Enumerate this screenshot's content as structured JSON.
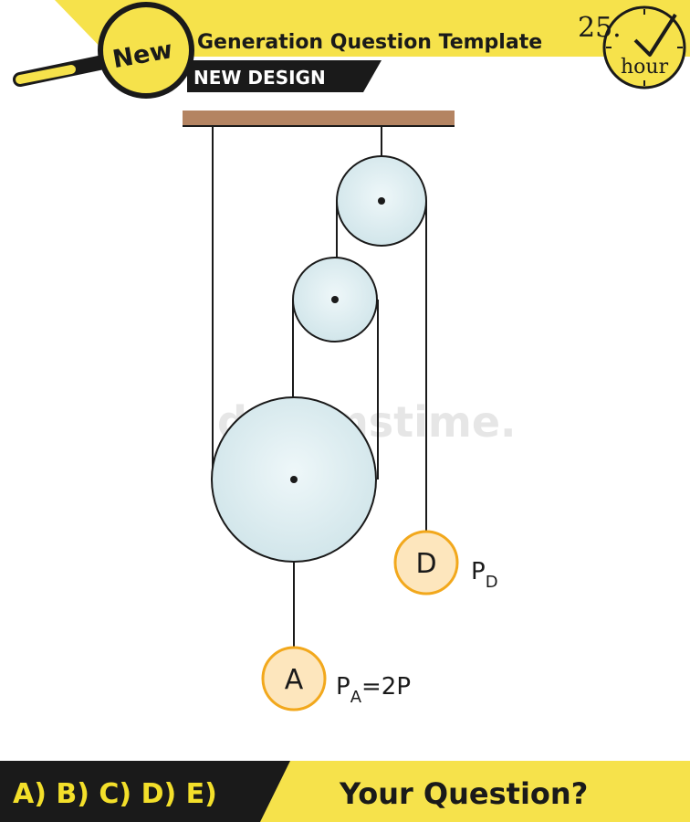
{
  "header": {
    "badge_label": "New",
    "title": "Generation Question Template",
    "subtitle": "NEW DESIGN",
    "clock_number": "25.",
    "clock_unit": "hour"
  },
  "diagram": {
    "balls": [
      {
        "letter": "D",
        "load_main": "P",
        "load_sub": "D",
        "load_tail": ""
      },
      {
        "letter": "A",
        "load_main": "P",
        "load_sub": "A",
        "load_tail": "=2P"
      }
    ]
  },
  "watermark": "dreamstime.",
  "footer": {
    "options": "A) B) C) D) E)",
    "question": "Your Question?"
  },
  "colors": {
    "accent_yellow": "#f6e24b",
    "ceiling_brown": "#b48462",
    "pulley_fill": "#d7eaee",
    "ball_fill": "#fde6bd",
    "ball_stroke": "#f2a81c",
    "dark": "#1a1a1a"
  }
}
